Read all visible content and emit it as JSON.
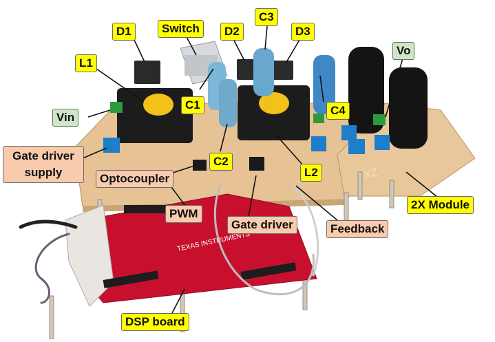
{
  "labels": {
    "d1": "D1",
    "switch": "Switch",
    "c3": "C3",
    "d2": "D2",
    "d3": "D3",
    "l1": "L1",
    "vo": "Vo",
    "c1": "C1",
    "vin": "Vin",
    "c4": "C4",
    "gate_driver_supply": "Gate driver supply",
    "c2": "C2",
    "optocoupler": "Optocoupler",
    "l2": "L2",
    "pwm": "PWM",
    "gate_driver": "Gate driver",
    "feedback": "Feedback",
    "module_2x": "2X Module",
    "dsp_board": "DSP board"
  },
  "colors": {
    "callout_yellow": "#ffff00",
    "callout_green": "#cfe6c6",
    "callout_peach": "#f8cbad",
    "pcb": "#e8c79a",
    "dsp_red": "#c8102e"
  }
}
